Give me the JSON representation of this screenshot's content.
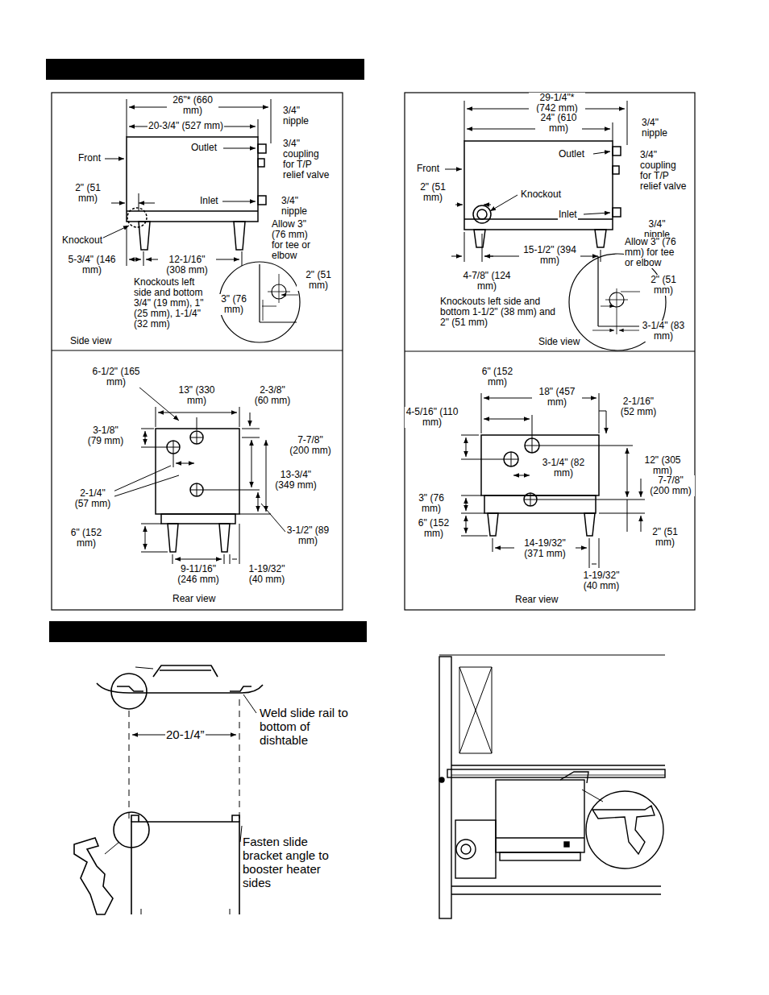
{
  "diagram": {
    "labels": [
      "26\"* (660 mm)",
      "20-3/4\" (527 mm)",
      "3/4\" nipple",
      "Outlet",
      "3/4\" coupling for T/P relief valve",
      "Front",
      "2\" (51 mm)",
      "Inlet",
      "3/4\" nipple",
      "Allow 3\" (76 mm) for tee or elbow",
      "Knockout",
      "5-3/4\" (146 mm)",
      "12-1/16\" (308 mm)",
      "Knockouts left side and bottom 3/4\" (19 mm), 1\" (25 mm), 1-1/4\" (32 mm)",
      "2\" (51 mm)",
      "3\" (76 mm)",
      "Side view",
      "6-1/2\" (165 mm)",
      "13\" (330 mm)",
      "2-3/8\" (60 mm)",
      "3-1/8\" (79 mm)",
      "7-7/8\" (200 mm)",
      "13-3/4\" (349 mm)",
      "2-1/4\" (57 mm)",
      "3-1/2\" (89 mm)",
      "6\" (152 mm)",
      "9-11/16\" (246 mm)",
      "1-19/32\" (40 mm)",
      "Rear view",
      "29-1/4\"* (742 mm)",
      "24\" (610 mm)",
      "3/4\" nipple",
      "Front",
      "Outlet",
      "3/4\" coupling for T/P relief valve",
      "2\" (51 mm)",
      "Knockout",
      "Inlet",
      "3/4\" nipple",
      "Allow 3\" (76 mm) for tee or elbow",
      "15-1/2\" (394 mm)",
      "4-7/8\" (124 mm)",
      "Knockouts left side and bottom 1-1/2\" (38 mm) and 2\" (51 mm)",
      "2\" (51 mm)",
      "3-1/4\" (83 mm)",
      "Side view",
      "6\" (152 mm)",
      "18\" (457 mm)",
      "2-1/16\" (52 mm)",
      "4-5/16\" (110 mm)",
      "12\" (305 mm)",
      "3-1/4\" (82 mm)",
      "7-7/8\" (200 mm)",
      "3\" (76 mm)",
      "6\" (152 mm)",
      "2\" (51 mm)",
      "14-19/32\" (371 mm)",
      "1-19/32\" (40 mm)",
      "Rear view",
      "Weld slide rail to bottom of dishtable",
      "20-1/4”",
      "Fasten slide bracket angle to booster heater sides"
    ]
  }
}
